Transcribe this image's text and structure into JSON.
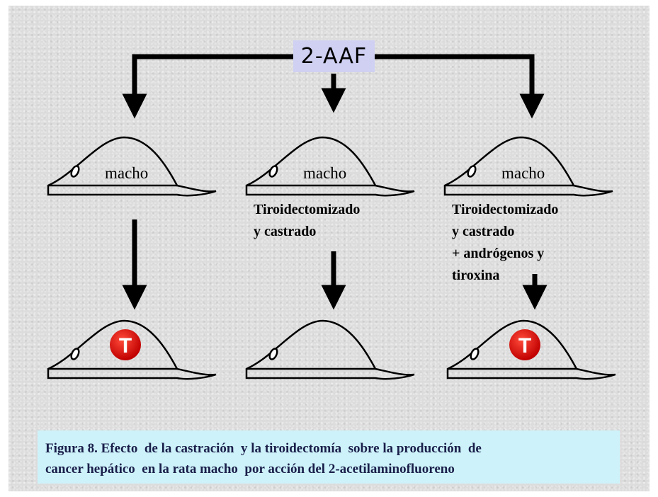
{
  "agent": "2-AAF",
  "rat_label": "macho",
  "tumor_letter": "T",
  "groups": [
    {
      "conditions": [],
      "tumor": true
    },
    {
      "conditions": [
        "Tiroidectomizado",
        "y castrado"
      ],
      "tumor": false
    },
    {
      "conditions": [
        "Tiroidectomizado",
        "y castrado",
        "+ andrógenos  y",
        "tiroxina"
      ],
      "tumor": true
    }
  ],
  "caption": {
    "line1": "Figura 8. Efecto  de la castración  y la tiroidectomía  sobre la producción  de",
    "line2": "cancer hepático  en la rata macho  por acción del 2-acetilaminofluoreno"
  },
  "colors": {
    "agent_box": "#cfd0f2",
    "caption_box": "#cdf2fa",
    "tumor": "#e01010",
    "caption_text": "#1a1f4a"
  }
}
